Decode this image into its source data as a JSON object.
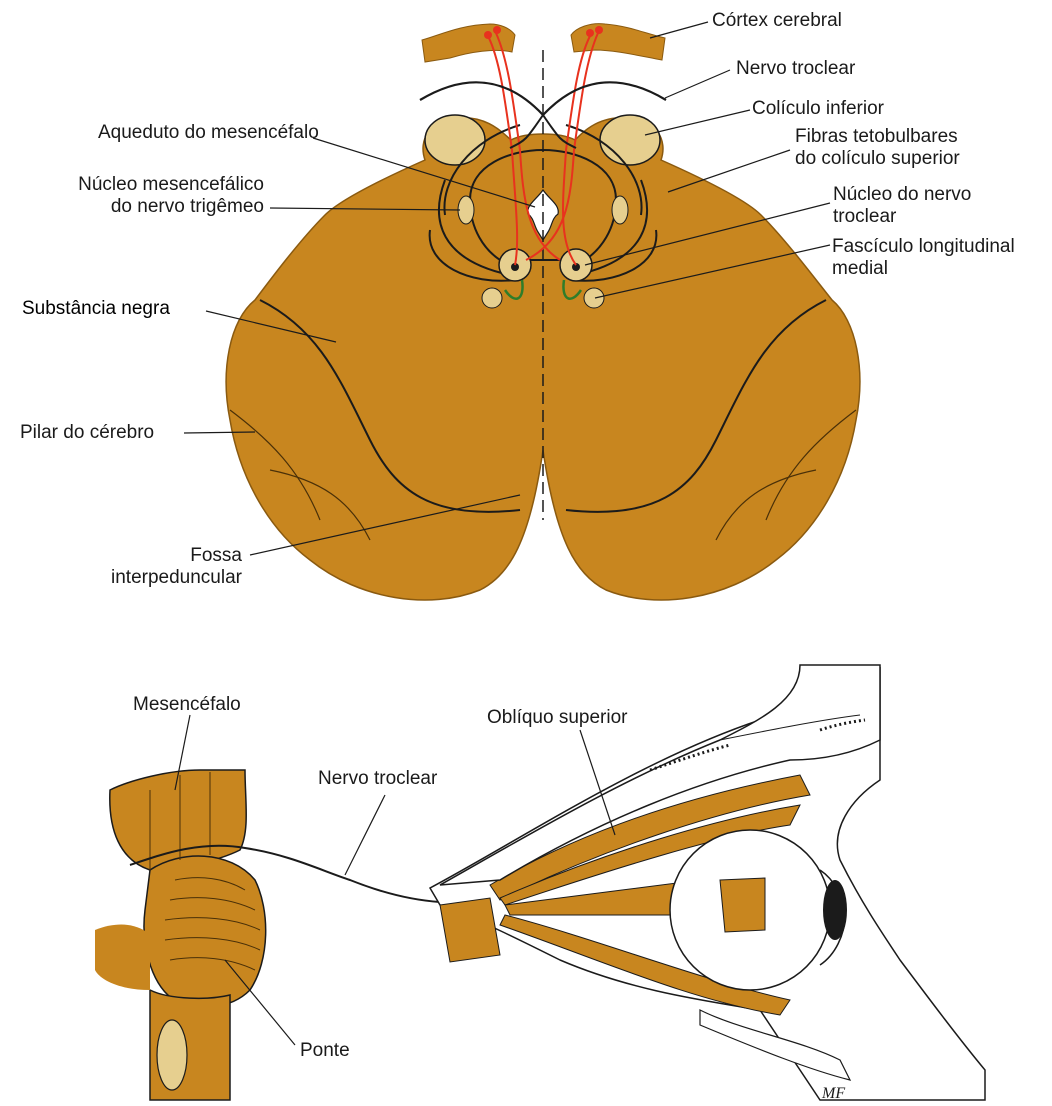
{
  "colors": {
    "tissue": "#c8861f",
    "tissue_dark": "#a86b12",
    "pale": "#e6cf8f",
    "tract_red": "#e8321e",
    "tract_green": "#2f7d2a",
    "outline": "#1b1b1b"
  },
  "labels": {
    "cortex": "Córtex cerebral",
    "troclear_top": "Nervo troclear",
    "coliculo_inf": "Colículo inferior",
    "fibras_l1": "Fibras tetobulbares",
    "fibras_l2": "do colículo superior",
    "nucleo_troc_l1": "Núcleo do nervo",
    "nucleo_troc_l2": "troclear",
    "fasciculo_l1": "Fascículo longitudinal",
    "fasciculo_l2": "medial",
    "aqueduto": "Aqueduto do mesencéfalo",
    "nucleo_mes_l1": "Núcleo mesencefálico",
    "nucleo_mes_l2": "do nervo trigêmeo",
    "substancia": "Substância negra",
    "pilar": "Pilar do cérebro",
    "fossa_l1": "Fossa",
    "fossa_l2": "interpeduncular",
    "mesencefalo": "Mesencéfalo",
    "obliquo": "Oblíquo superior",
    "troclear_bottom": "Nervo troclear",
    "ponte": "Ponte",
    "signature": "MF"
  }
}
